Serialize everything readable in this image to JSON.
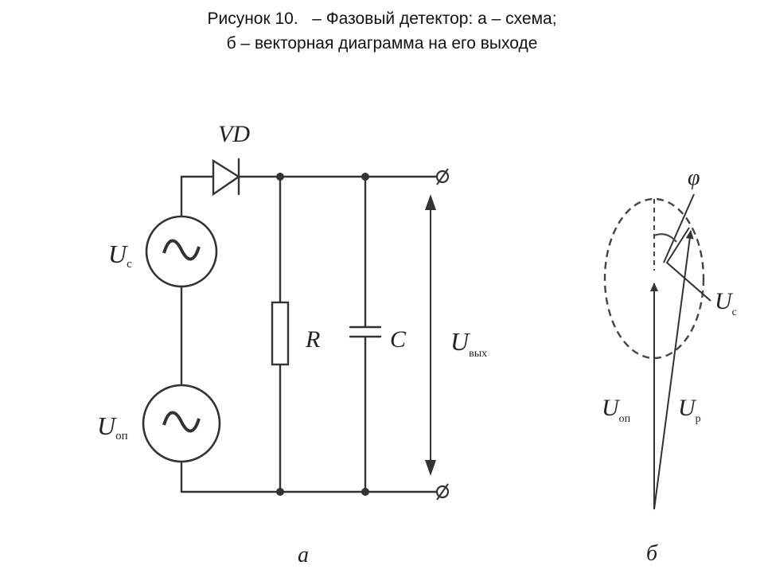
{
  "title": {
    "line1": "Рисунок 10.   – Фазовый детектор: а – схема;",
    "line2": "б – векторная диаграмма на его выходе"
  },
  "circuit": {
    "diode_label": "VD",
    "source_signal": {
      "symbol": "U",
      "sub": "с"
    },
    "source_reference": {
      "symbol": "U",
      "sub": "оп"
    },
    "resistor_label": "R",
    "capacitor_label": "C",
    "output_voltage": {
      "symbol": "U",
      "sub": "вых"
    },
    "caption": "а"
  },
  "vector_diagram": {
    "phase_label": "φ",
    "vector_signal": {
      "symbol": "U",
      "sub": "с"
    },
    "vector_reference": {
      "symbol": "U",
      "sub": "оп"
    },
    "vector_result": {
      "symbol": "U",
      "sub": "р"
    },
    "caption": "б"
  }
}
